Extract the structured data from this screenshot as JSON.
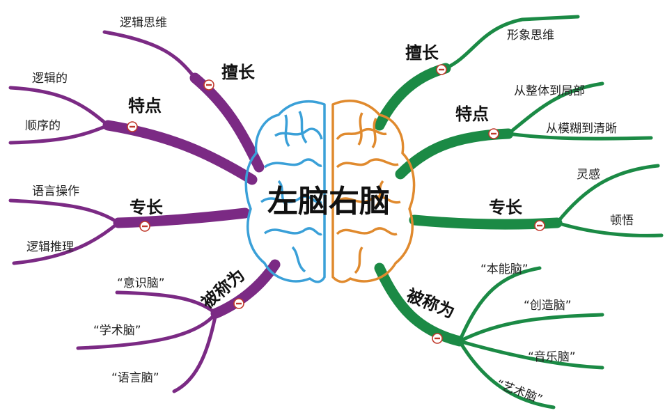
{
  "title": "左脑右脑",
  "colors": {
    "left": "#7b2a84",
    "right": "#1b8a45",
    "left_brain": "#3aa0d8",
    "right_brain": "#e08a2e",
    "collapse": "#c0392b"
  },
  "left": {
    "branches": [
      {
        "label": "擅长",
        "leaves": [
          "逻辑思维"
        ]
      },
      {
        "label": "特点",
        "leaves": [
          "逻辑的",
          "顺序的"
        ]
      },
      {
        "label": "专长",
        "leaves": [
          "语言操作",
          "逻辑推理"
        ]
      },
      {
        "label": "被称为",
        "leaves": [
          "“意识脑”",
          "“学术脑”",
          "“语言脑”"
        ]
      }
    ]
  },
  "right": {
    "branches": [
      {
        "label": "擅长",
        "leaves": [
          "形象思维"
        ]
      },
      {
        "label": "特点",
        "leaves": [
          "从整体到局部",
          "从模糊到清晰"
        ]
      },
      {
        "label": "专长",
        "leaves": [
          "灵感",
          "顿悟"
        ]
      },
      {
        "label": "被称为",
        "leaves": [
          "“本能脑”",
          "“创造脑”",
          "“音乐脑”",
          "“艺术脑”"
        ]
      }
    ]
  }
}
